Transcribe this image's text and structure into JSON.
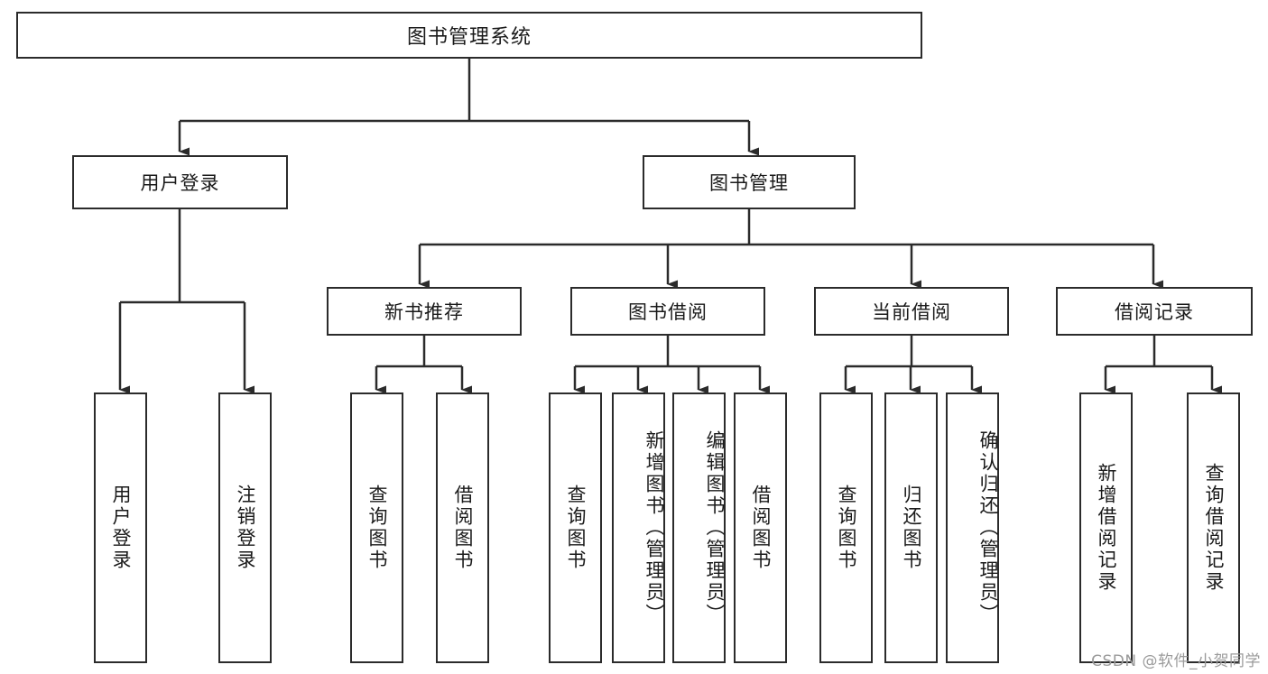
{
  "diagram": {
    "title": "图书管理系统",
    "type": "hierarchy-tree",
    "colors": {
      "stroke": "#2b2b2b",
      "fill": "#ffffff",
      "text": "#1a1a1a",
      "watermark": "#9b9b9b"
    },
    "root": {
      "label": "图书管理系统"
    },
    "level2": [
      {
        "label": "用户登录"
      },
      {
        "label": "图书管理"
      }
    ],
    "level3": [
      {
        "label": "新书推荐"
      },
      {
        "label": "图书借阅"
      },
      {
        "label": "当前借阅"
      },
      {
        "label": "借阅记录"
      }
    ],
    "leaves": {
      "user_login": [
        {
          "label": "用户登录"
        },
        {
          "label": "注销登录"
        }
      ],
      "new_book_recommend": [
        {
          "label": "查询图书"
        },
        {
          "label": "借阅图书"
        }
      ],
      "book_borrow": [
        {
          "label": "查询图书"
        },
        {
          "label": "新增图书（管理员）"
        },
        {
          "label": "编辑图书（管理员）"
        },
        {
          "label": "借阅图书"
        }
      ],
      "current_borrow": [
        {
          "label": "查询图书"
        },
        {
          "label": "归还图书"
        },
        {
          "label": "确认归还（管理员）"
        }
      ],
      "borrow_record": [
        {
          "label": "新增借阅记录"
        },
        {
          "label": "查询借阅记录"
        }
      ]
    }
  },
  "watermark": {
    "text": "CSDN @软件_小贺同学"
  }
}
